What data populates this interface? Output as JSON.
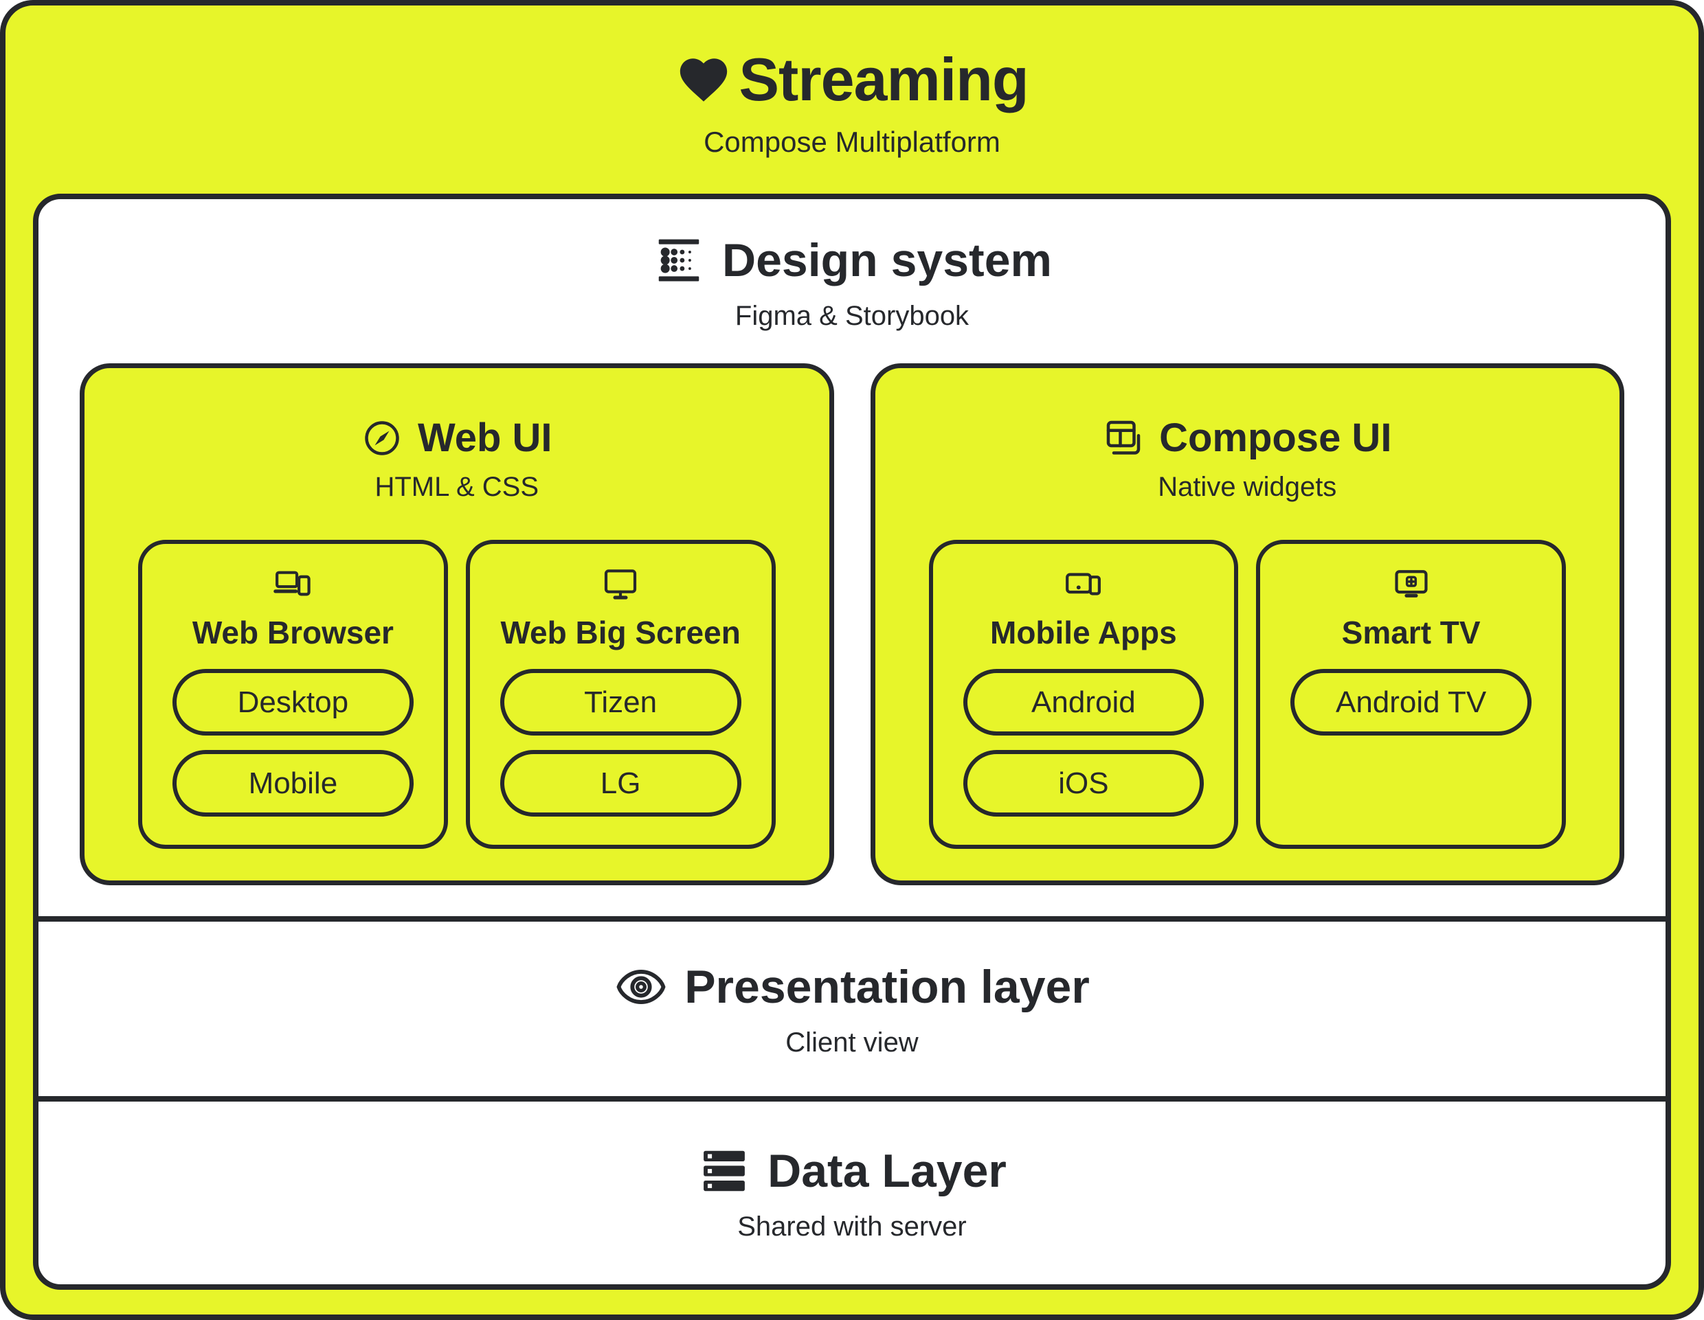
{
  "theme": {
    "accent": "#E7F52A",
    "ink": "#26282C",
    "surface": "#FFFFFF"
  },
  "header": {
    "icon": "heart-icon",
    "title": "Streaming",
    "subtitle": "Compose Multiplatform"
  },
  "design_system": {
    "icon": "design-tokens-icon",
    "title": "Design system",
    "subtitle": "Figma & Storybook",
    "groups": [
      {
        "id": "web-ui",
        "icon": "compass-icon",
        "title": "Web UI",
        "subtitle": "HTML & CSS",
        "cards": [
          {
            "id": "web-browser",
            "icon": "laptop-phone-icon",
            "title": "Web Browser",
            "pills": [
              "Desktop",
              "Mobile"
            ]
          },
          {
            "id": "web-big-screen",
            "icon": "monitor-icon",
            "title": "Web Big Screen",
            "pills": [
              "Tizen",
              "LG"
            ]
          }
        ]
      },
      {
        "id": "compose-ui",
        "icon": "stacked-windows-icon",
        "title": "Compose UI",
        "subtitle": "Native widgets",
        "cards": [
          {
            "id": "mobile-apps",
            "icon": "tablet-phone-icon",
            "title": "Mobile Apps",
            "pills": [
              "Android",
              "iOS"
            ]
          },
          {
            "id": "smart-tv",
            "icon": "tv-plus-icon",
            "title": "Smart TV",
            "pills": [
              "Android TV"
            ]
          }
        ]
      }
    ]
  },
  "layers": [
    {
      "id": "presentation-layer",
      "icon": "eye-icon",
      "title": "Presentation layer",
      "subtitle": "Client view"
    },
    {
      "id": "data-layer",
      "icon": "server-stack-icon",
      "title": "Data Layer",
      "subtitle": "Shared with server"
    }
  ]
}
